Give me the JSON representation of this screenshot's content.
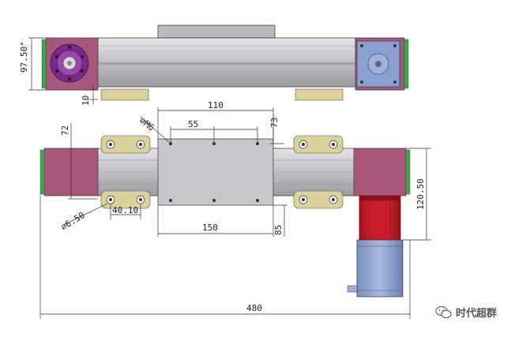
{
  "dimensions": {
    "top_height": "97.50°",
    "top_gap": "10",
    "hole_spacing_110": "110",
    "hole_spacing_55": "55",
    "side_offset_73": "73",
    "left_72": "72",
    "thread_m6": "∅M6",
    "hole_650": "∅6.50",
    "offset_4010": "40.10",
    "carriage_150": "150",
    "depth_85": "85",
    "motor_12050": "120.50",
    "total_480": "480"
  },
  "watermark": {
    "text": "时代超群",
    "icon": "wechat-icon"
  },
  "colors": {
    "rail": "#c9c9cc",
    "endcap": "#a8567a",
    "motor_body": "#8aa0cf",
    "motor_flange": "#c81e2a",
    "base_block": "#d9d29a",
    "green_seal": "#3aa84a",
    "purple_pulley": "#7a2a8a"
  }
}
